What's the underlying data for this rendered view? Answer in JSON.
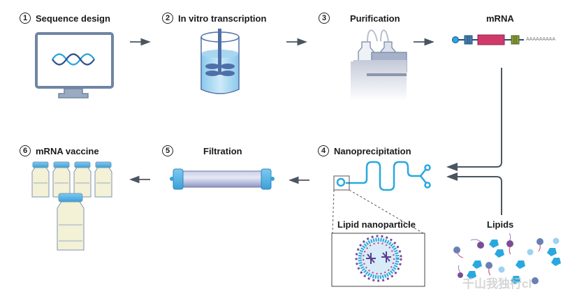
{
  "steps": [
    {
      "number": "1",
      "label": "Sequence design"
    },
    {
      "number": "2",
      "label": "In vitro transcription"
    },
    {
      "number": "3",
      "label": "Purification"
    },
    {
      "number": "4",
      "label": "Nanoprecipitation"
    },
    {
      "number": "5",
      "label": "Filtration"
    },
    {
      "number": "6",
      "label": "mRNA vaccine"
    }
  ],
  "labels": {
    "mrna": "mRNA",
    "poly_a_tail": "AAAAAAAAA",
    "lipid_nanoparticle": "Lipid nanoparticle",
    "lipids": "Lipids"
  },
  "watermark": "千山我独行cl",
  "colors": {
    "arrow": "#4a5560",
    "accent_blue": "#29a8e0",
    "monitor_frame": "#6f85a3",
    "cap_red": "#d03a6b",
    "utr_olive": "#8a9a3a",
    "vial_liquid": "#f3f1d6"
  }
}
